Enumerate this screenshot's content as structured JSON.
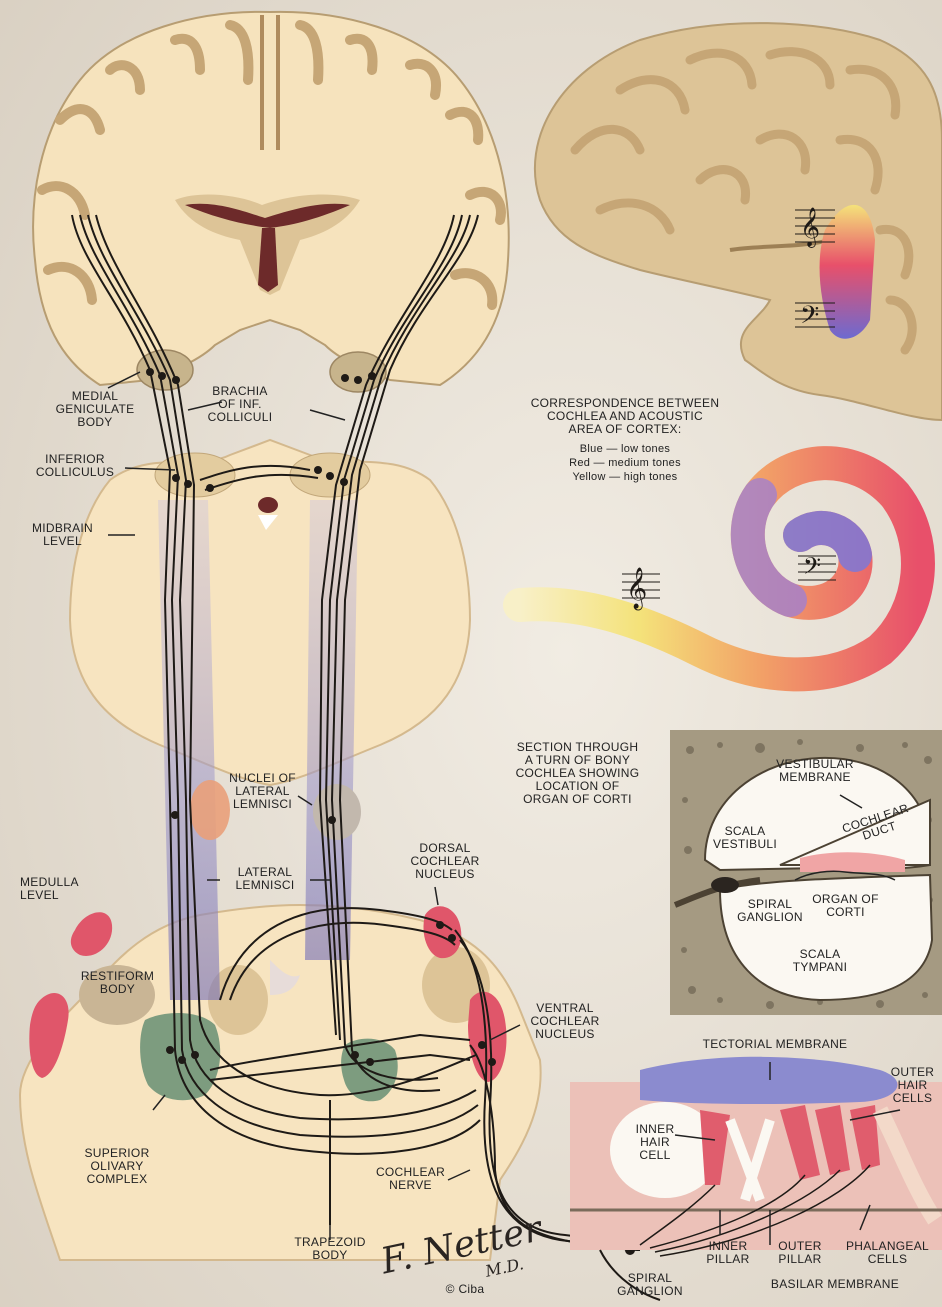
{
  "labels": {
    "medial_geniculate": "MEDIAL\nGENICULATE\nBODY",
    "brachia": "BRACHIA\nOF INF.\nCOLLICULI",
    "inferior_colliculus": "INFERIOR\nCOLLICULUS",
    "midbrain_level": "MIDBRAIN\nLEVEL",
    "nuclei_lateral_lemnisci": "NUCLEI OF\nLATERAL\nLEMNISCI",
    "lateral_lemnisci": "LATERAL\nLEMNISCI",
    "medulla_level": "MEDULLA\nLEVEL",
    "restiform_body": "RESTIFORM\nBODY",
    "dorsal_cochlear": "DORSAL\nCOCHLEAR\nNUCLEUS",
    "ventral_cochlear": "VENTRAL\nCOCHLEAR\nNUCLEUS",
    "superior_olivary": "SUPERIOR\nOLIVARY\nCOMPLEX",
    "cochlear_nerve": "COCHLEAR\nNERVE",
    "trapezoid_body": "TRAPEZOID\nBODY",
    "spiral_ganglion_bottom": "SPIRAL\nGANGLION",
    "correspondence_title": "CORRESPONDENCE BETWEEN\nCOCHLEA AND ACOUSTIC\nAREA OF CORTEX:",
    "legend_blue": "Blue — low tones",
    "legend_red": "Red — medium tones",
    "legend_yellow": "Yellow — high tones",
    "section_title": "SECTION THROUGH\nA TURN OF BONY\nCOCHLEA SHOWING\nLOCATION OF\nORGAN OF CORTI",
    "vestibular_membrane": "VESTIBULAR\nMEMBRANE",
    "scala_vestibuli": "SCALA\nVESTIBULI",
    "cochlear_duct": "COCHLEAR\nDUCT",
    "spiral_ganglion_section": "SPIRAL\nGANGLION",
    "organ_of_corti": "ORGAN OF\nCORTI",
    "scala_tympani": "SCALA\nTYMPANI",
    "tectorial_membrane": "TECTORIAL MEMBRANE",
    "outer_hair_cells": "OUTER\nHAIR\nCELLS",
    "inner_hair_cell": "INNER\nHAIR\nCELL",
    "inner_pillar": "INNER\nPILLAR",
    "outer_pillar": "OUTER\nPILLAR",
    "phalangeal_cells": "PHALANGEAL\nCELLS",
    "basilar_membrane": "BASILAR MEMBRANE",
    "signature": "F. Netter",
    "signature_md": "M.D.",
    "copyright": "© Ciba"
  },
  "colors": {
    "background": "#e9e2d6",
    "tissue": "#f6e3bd",
    "gyrus": "#ddc497",
    "pathway": "#1e1a16",
    "nucleus_red": "#e0566a",
    "olive_green": "#6f9478",
    "lemniscus_blue": "#8a86c0",
    "low_tone_blue": "#6d6ad0",
    "mid_tone_red": "#e8506a",
    "high_tone_yellow": "#f4e27a"
  }
}
